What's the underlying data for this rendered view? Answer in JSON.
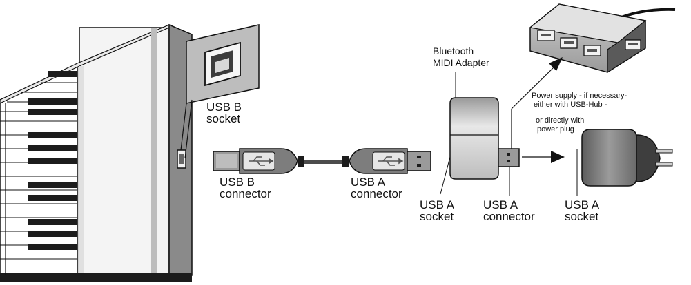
{
  "labels": {
    "usb_b_socket": [
      "USB B",
      "socket"
    ],
    "usb_b_connector": [
      "USB B",
      "connector"
    ],
    "usb_a_connector_cable": [
      "USB A",
      "connector"
    ],
    "bt_adapter_title": [
      "Bluetooth",
      "MIDI Adapter"
    ],
    "usb_a_socket_adapter": [
      "USB A",
      "socket"
    ],
    "usb_a_connector_adapter": [
      "USB A",
      "connector"
    ],
    "usb_a_socket_plug": [
      "USB A",
      "socket"
    ],
    "power_supply_note": [
      "Power supply - if necessary-",
      "either with USB-Hub -"
    ],
    "power_plug_note": [
      "or directly with",
      "power plug"
    ]
  },
  "colors": {
    "outline": "#111111",
    "device_gray": "#8c8c8c",
    "light_gray": "#d9d9d9",
    "dark_gray": "#4a4a4a",
    "piano_panel": "#f2f2f2",
    "black_key": "#1c1c1c"
  },
  "icons": [
    "usb-symbol-icon",
    "arrow-icon"
  ]
}
